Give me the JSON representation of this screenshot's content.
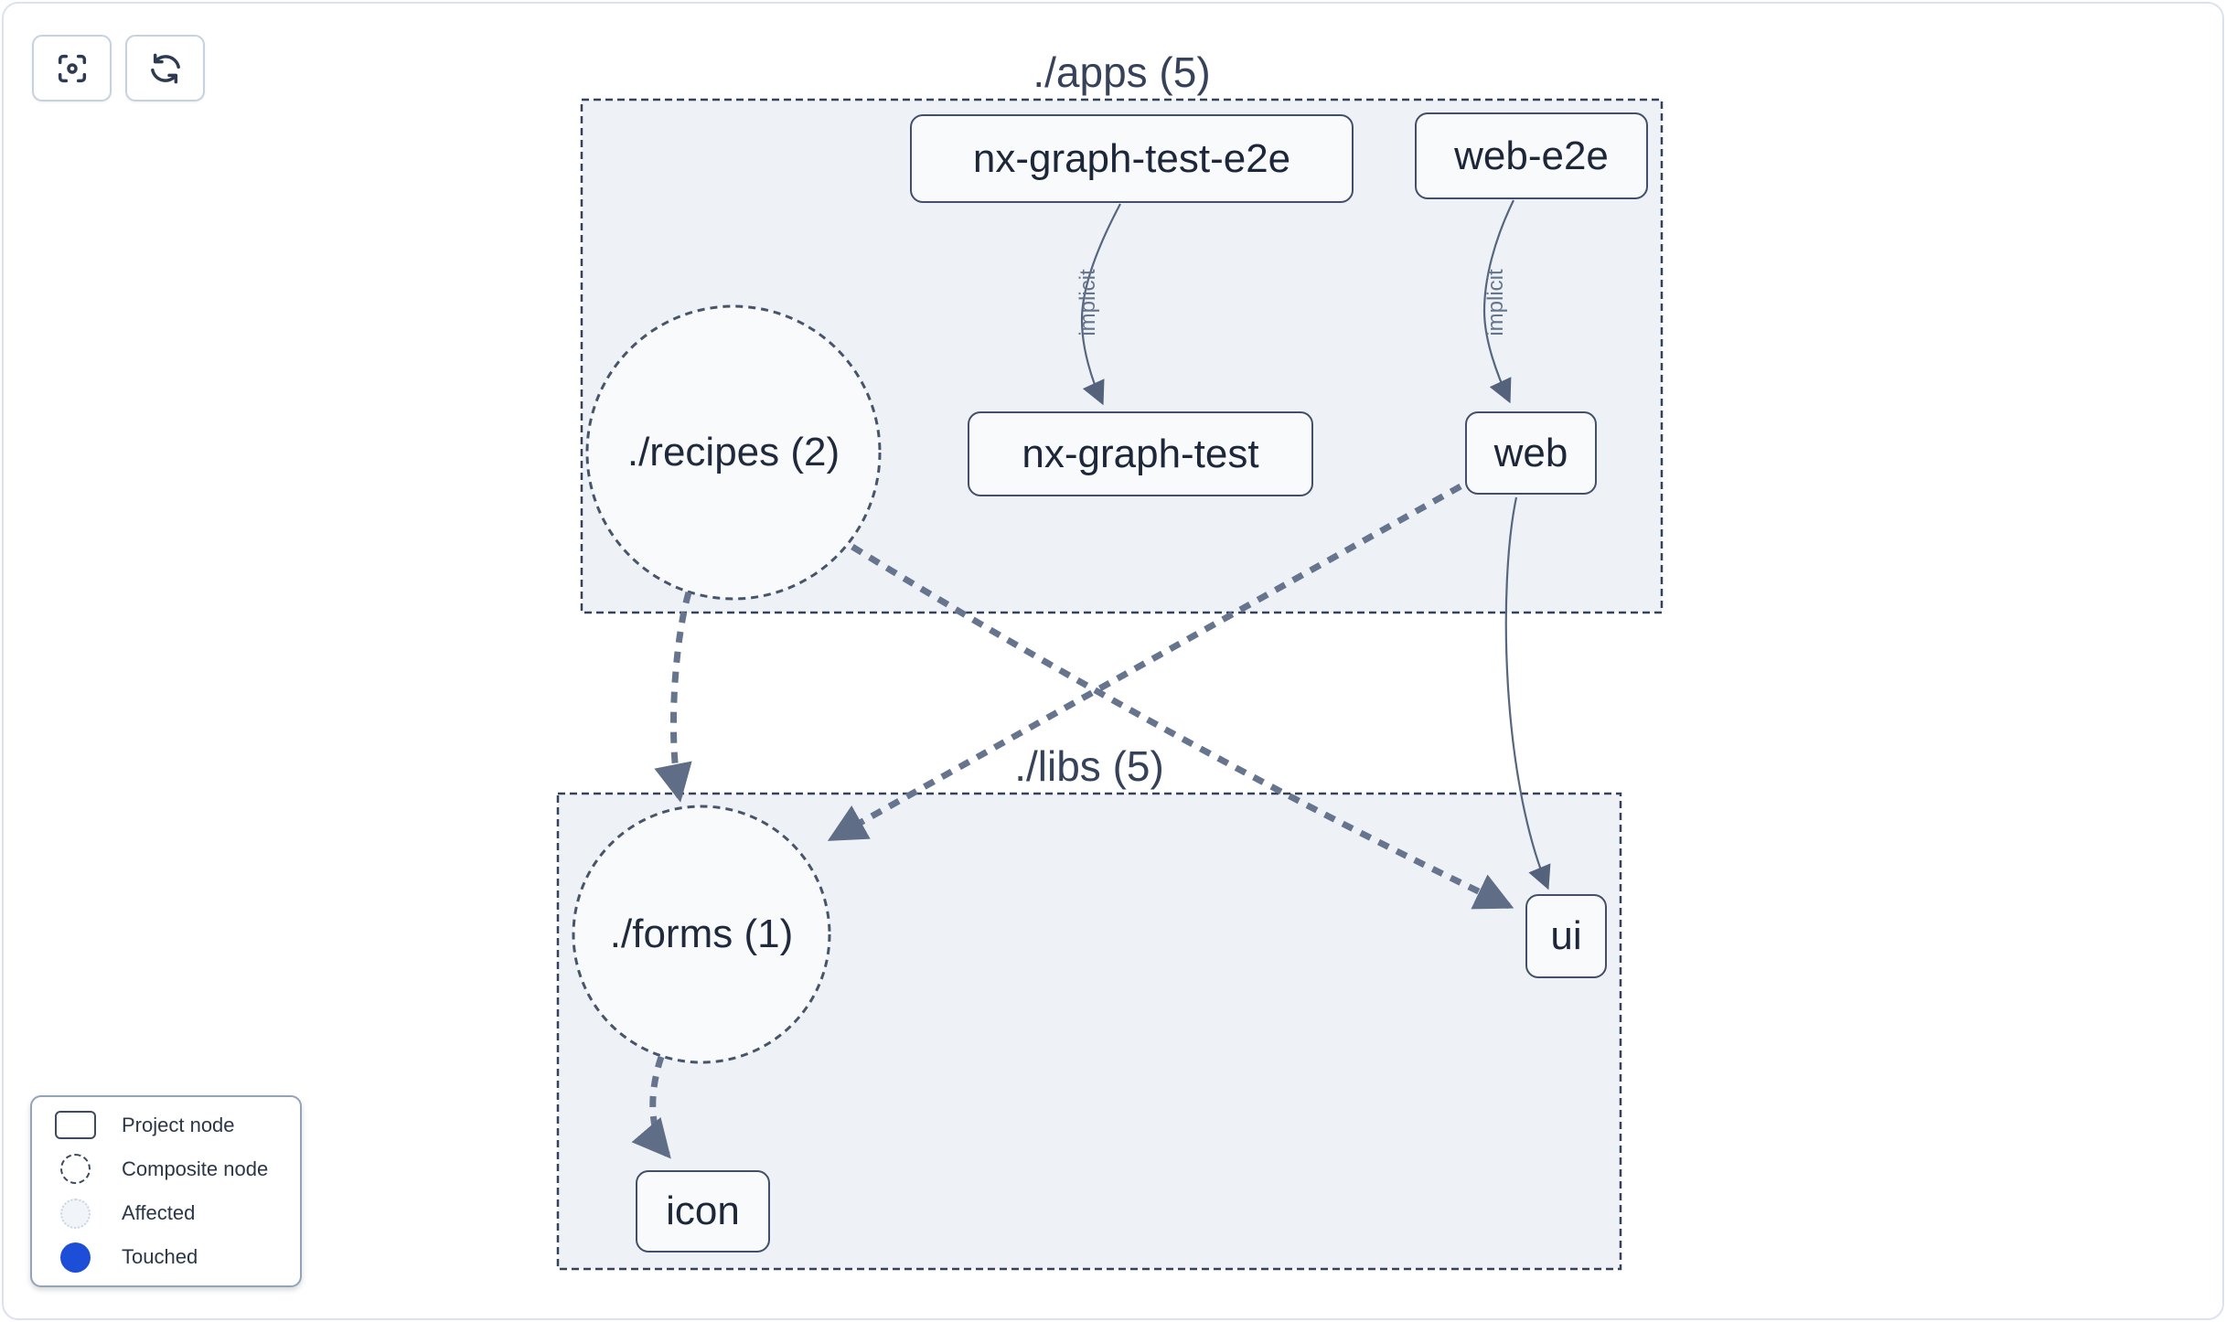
{
  "toolbar": {
    "buttons": [
      {
        "name": "focus",
        "icon": "focus-icon"
      },
      {
        "name": "refresh",
        "icon": "refresh-icon"
      }
    ]
  },
  "graph": {
    "groups": [
      {
        "id": "apps",
        "label": "./apps (5)"
      },
      {
        "id": "libs",
        "label": "./libs (5)"
      }
    ],
    "nodes": [
      {
        "id": "nx-graph-test-e2e",
        "label": "nx-graph-test-e2e",
        "type": "project"
      },
      {
        "id": "web-e2e",
        "label": "web-e2e",
        "type": "project"
      },
      {
        "id": "nx-graph-test",
        "label": "nx-graph-test",
        "type": "project"
      },
      {
        "id": "web",
        "label": "web",
        "type": "project"
      },
      {
        "id": "recipes",
        "label": "./recipes (2)",
        "type": "composite"
      },
      {
        "id": "forms",
        "label": "./forms (1)",
        "type": "composite"
      },
      {
        "id": "ui",
        "label": "ui",
        "type": "project"
      },
      {
        "id": "icon",
        "label": "icon",
        "type": "project"
      }
    ],
    "edges": [
      {
        "source": "nx-graph-test-e2e",
        "target": "nx-graph-test",
        "type": "implicit",
        "label": "implicit"
      },
      {
        "source": "web-e2e",
        "target": "web",
        "type": "implicit",
        "label": "implicit"
      },
      {
        "source": "web",
        "target": "ui",
        "type": "static",
        "label": ""
      },
      {
        "source": "./recipes (2)",
        "target": "./forms (1)",
        "type": "composite",
        "label": ""
      },
      {
        "source": "./recipes (2)",
        "target": "ui",
        "type": "composite",
        "label": ""
      },
      {
        "source": "web",
        "target": "./forms (1)",
        "type": "composite",
        "label": ""
      },
      {
        "source": "./forms (1)",
        "target": "icon",
        "type": "composite",
        "label": ""
      }
    ]
  },
  "legend": {
    "items": [
      {
        "label": "Project node",
        "swatch": "project-node"
      },
      {
        "label": "Composite node",
        "swatch": "composite-node"
      },
      {
        "label": "Affected",
        "swatch": "affected"
      },
      {
        "label": "Touched",
        "swatch": "touched"
      }
    ]
  },
  "colors": {
    "touched_blue": "#1d4ed8",
    "affected_fill": "#f1f5f9",
    "group_fill": "#eef2f7",
    "node_fill": "#f8fafc",
    "node_border": "#414f68",
    "edge": "#66748e",
    "text_dark": "#1d2739"
  }
}
